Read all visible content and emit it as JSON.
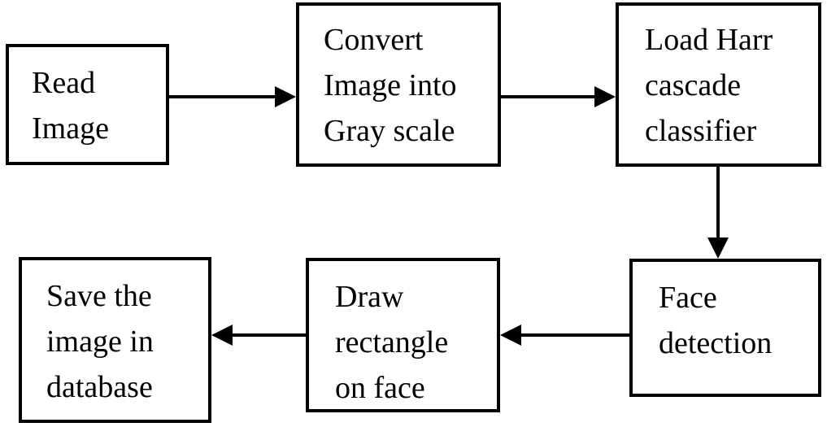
{
  "steps": {
    "read_image": "Read\nImage",
    "convert_gray": "Convert\nImage into\nGray scale",
    "load_classifier": "Load Harr\ncascade\nclassifier",
    "face_detection": "Face\ndetection",
    "draw_rectangle": "Draw\nrectangle\non face",
    "save_image": "Save the\nimage in\ndatabase"
  },
  "colors": {
    "stroke": "#000000",
    "background": "#ffffff"
  }
}
